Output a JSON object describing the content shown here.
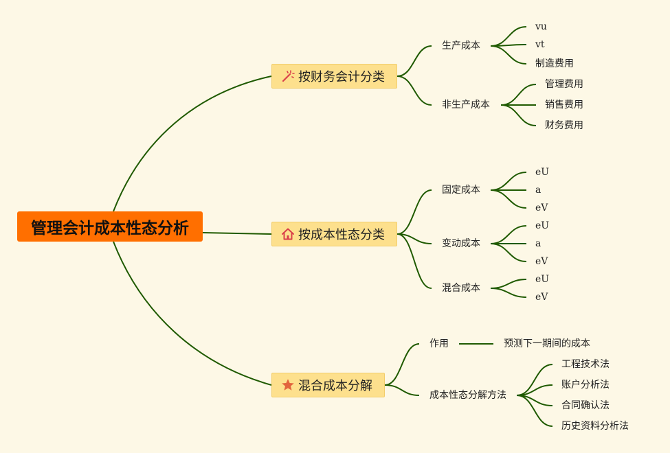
{
  "root": {
    "label": "管理会计成本性态分析"
  },
  "branches": [
    {
      "label": "按财务会计分类",
      "icon": "magic-wand-icon",
      "children": [
        {
          "label": "生产成本",
          "children": [
            "vu",
            "vt",
            "制造费用"
          ]
        },
        {
          "label": "非生产成本",
          "children": [
            "管理费用",
            "销售费用",
            "财务费用"
          ]
        }
      ]
    },
    {
      "label": "按成本性态分类",
      "icon": "house-icon",
      "children": [
        {
          "label": "固定成本",
          "children": [
            "eU",
            "a",
            "eV"
          ]
        },
        {
          "label": "变动成本",
          "children": [
            "eU",
            "a",
            "eV"
          ]
        },
        {
          "label": "混合成本",
          "children": [
            "eU",
            "eV"
          ]
        }
      ]
    },
    {
      "label": "混合成本分解",
      "icon": "star-icon",
      "children": [
        {
          "label": "作用",
          "children": [
            "预测下一期间的成本"
          ]
        },
        {
          "label": "成本性态分解方法",
          "children": [
            "工程技术法",
            "账户分析法",
            "合同确认法",
            "历史资料分析法"
          ]
        }
      ]
    }
  ],
  "colors": {
    "line": "#1f5a00",
    "root_bg": "#ff6f00",
    "branch_bg": "#fde08d",
    "background": "#fdf8e6"
  }
}
